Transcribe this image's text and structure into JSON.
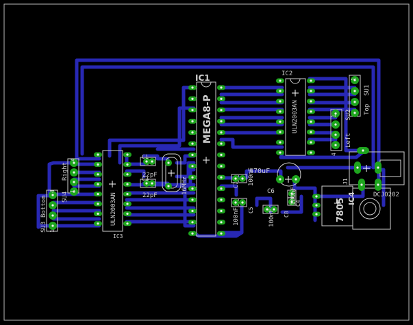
{
  "colors": {
    "background": "#000000",
    "trace": "#2828b4",
    "pad": "#1ea51e",
    "drill": "#f0f0f0",
    "silk": "#cfcfcf",
    "outline": "#bdbdbd"
  },
  "labels": {
    "ic1_ref": "IC1",
    "ic1_value": "MEGA8-P",
    "ic2_ref": "IC2",
    "ic2_value": "ULN2003AN",
    "ic3_ref": "IC3",
    "ic3_value": "ULN2003AN",
    "ic4_ref": "IC4",
    "ic4_value": "7805",
    "c1": "C1",
    "c1_value": "22pF",
    "c2": "C2",
    "c2_value": "22pF",
    "c4": "C4",
    "c4_value": "100nF",
    "c5": "C5",
    "c5_value": "100nF",
    "c6": "C6",
    "c6_value": "470uF",
    "c7": "C7",
    "c7_value": "100nF",
    "c8": "C8",
    "c8_value": "100nF",
    "crystal": "16MHz",
    "j1": "J1",
    "dc_jack": "DCJ0202",
    "su1": "SU1",
    "su1_side": "Top",
    "su2": "SU2",
    "su2_side": "Left",
    "su3": "SU3",
    "su3_side": "Bottom",
    "su4": "SU4",
    "su4_side": "Right",
    "pin1": "1",
    "pin4": "4"
  }
}
